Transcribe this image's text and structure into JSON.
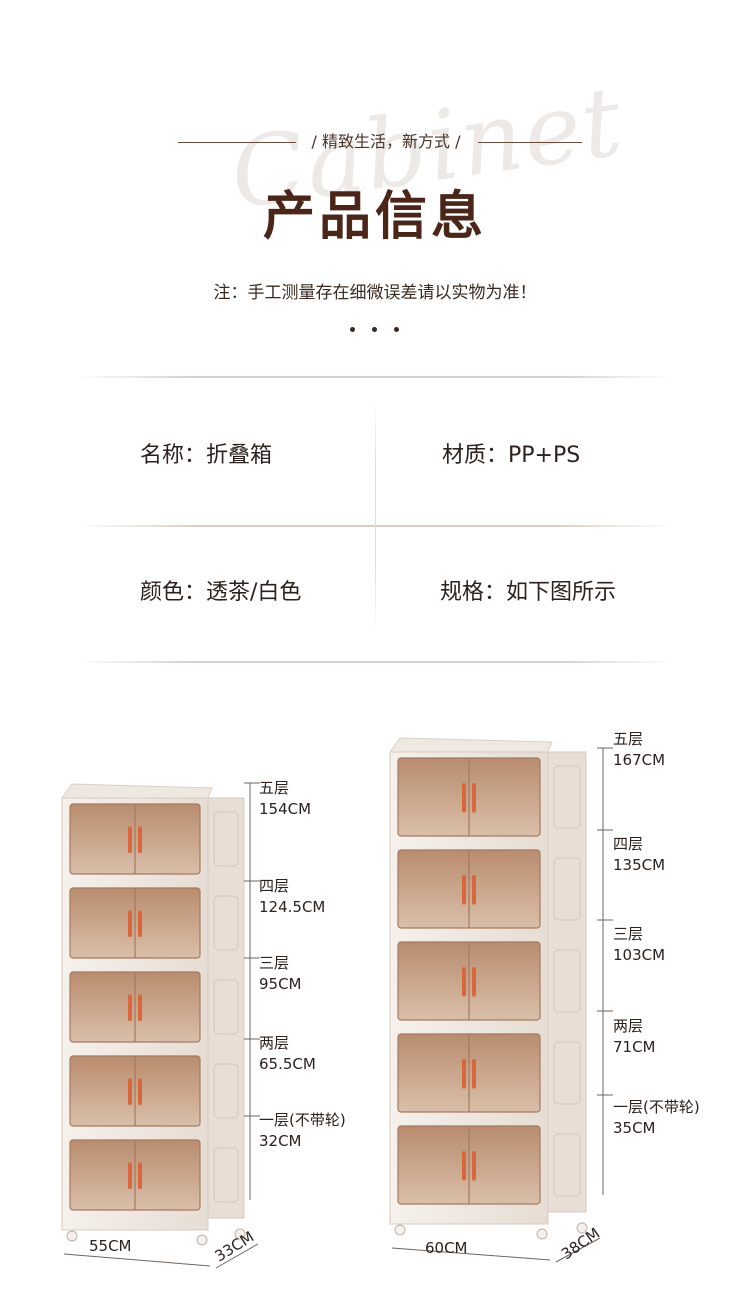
{
  "header": {
    "watermark": "Cabinet",
    "tagline": "/ 精致生活，新方式 /",
    "title": "产品信息",
    "note": "注：手工测量存在细微误差请以实物为准！"
  },
  "specs": {
    "name": "名称：折叠箱",
    "material": "材质：PP+PS",
    "color": "颜色：透茶/白色",
    "size": "规格：如下图所示"
  },
  "cabinet_small": {
    "levels": [
      {
        "name": "五层",
        "height": "154CM"
      },
      {
        "name": "四层",
        "height": "124.5CM"
      },
      {
        "name": "三层",
        "height": "95CM"
      },
      {
        "name": "两层",
        "height": "65.5CM"
      },
      {
        "name": "一层(不带轮)",
        "height": "32CM"
      }
    ],
    "width": "55CM",
    "depth": "33CM"
  },
  "cabinet_large": {
    "levels": [
      {
        "name": "五层",
        "height": "167CM"
      },
      {
        "name": "四层",
        "height": "135CM"
      },
      {
        "name": "三层",
        "height": "103CM"
      },
      {
        "name": "两层",
        "height": "71CM"
      },
      {
        "name": "一层(不带轮)",
        "height": "35CM"
      }
    ],
    "width": "60CM",
    "depth": "38CM"
  },
  "colors": {
    "title": "#4b2618",
    "cabinet_body": "#f1ebe5",
    "drawer_tint": "#c9a58a",
    "handle": "#d8683c"
  }
}
